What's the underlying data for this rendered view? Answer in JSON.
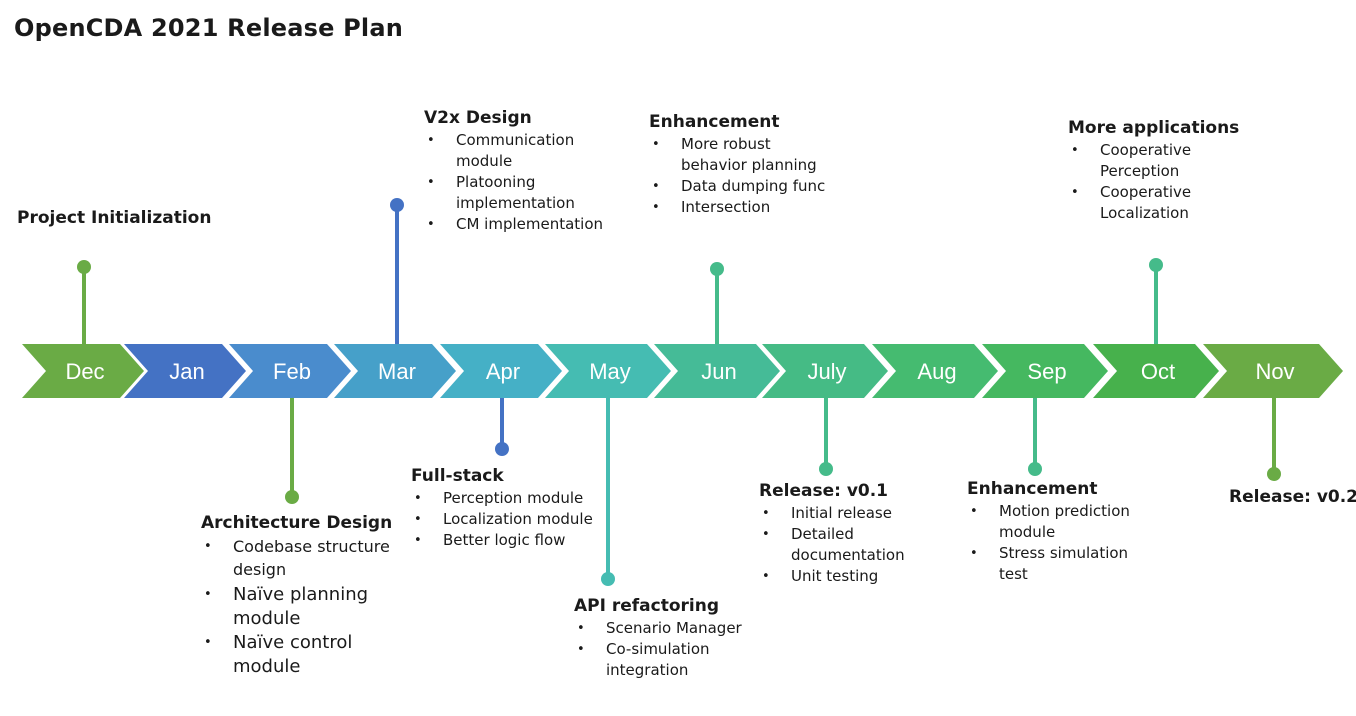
{
  "title": "OpenCDA 2021 Release Plan",
  "months": [
    {
      "label": "Dec",
      "color": "#6aab45"
    },
    {
      "label": "Jan",
      "color": "#4472c4"
    },
    {
      "label": "Feb",
      "color": "#4a8ccd"
    },
    {
      "label": "Mar",
      "color": "#46a0c9"
    },
    {
      "label": "Apr",
      "color": "#45b0c6"
    },
    {
      "label": "May",
      "color": "#45bcb2"
    },
    {
      "label": "Jun",
      "color": "#45bb97"
    },
    {
      "label": "July",
      "color": "#45bb85"
    },
    {
      "label": "Aug",
      "color": "#45bb70"
    },
    {
      "label": "Sep",
      "color": "#45b860"
    },
    {
      "label": "Oct",
      "color": "#47b14c"
    },
    {
      "label": "Nov",
      "color": "#6aab45"
    }
  ],
  "events": [
    {
      "id": "project-initialization",
      "title": "Project Initialization",
      "items": []
    },
    {
      "id": "architecture-design",
      "title": "Architecture Design",
      "items": [
        "Codebase structure design",
        "Naïve planning module",
        "Naïve control module"
      ]
    },
    {
      "id": "v2x-design",
      "title": "V2x Design",
      "items": [
        "Communication module",
        "Platooning implementation",
        "CM implementation"
      ]
    },
    {
      "id": "full-stack",
      "title": "Full-stack",
      "items": [
        "Perception module",
        "Localization module",
        "Better logic flow"
      ]
    },
    {
      "id": "api-refactoring",
      "title": "API refactoring",
      "items": [
        "Scenario Manager",
        "Co-simulation integration"
      ]
    },
    {
      "id": "enhancement-jun",
      "title": "Enhancement",
      "items": [
        "More robust behavior planning",
        "Data dumping func",
        "Intersection"
      ]
    },
    {
      "id": "release-v01",
      "title": "Release: v0.1",
      "items": [
        "Initial release",
        "Detailed documentation",
        "Unit testing"
      ]
    },
    {
      "id": "enhancement-sep",
      "title": "Enhancement",
      "items": [
        "Motion prediction module",
        "Stress simulation test"
      ]
    },
    {
      "id": "more-applications",
      "title": "More applications",
      "items": [
        "Cooperative Perception",
        "Cooperative Localization"
      ]
    },
    {
      "id": "release-v02",
      "title": "Release: v0.2",
      "items": []
    }
  ],
  "colors": {
    "green": "#6aab45",
    "blue": "#4472c4",
    "teal": "#45bcb2",
    "mint": "#45bb8a"
  }
}
